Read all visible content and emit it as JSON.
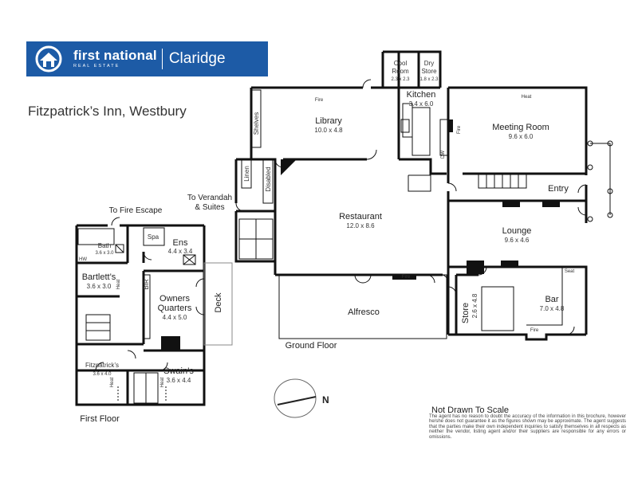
{
  "brand": {
    "name": "first national",
    "subtitle": "REAL ESTATE",
    "office": "Claridge",
    "color": "#1d5ba6",
    "logo_icon": "house-circle-logo-icon"
  },
  "title": "Fitzpatrick’s Inn, Westbury",
  "ground_floor": {
    "label": "Ground Floor",
    "rooms": {
      "library": {
        "name": "Library",
        "dims": "10.0 x 4.8"
      },
      "cool_room": {
        "name_line1": "Cool",
        "name_line2": "Room",
        "dims": "2.3 x 2.3"
      },
      "dry_store": {
        "name_line1": "Dry",
        "name_line2": "Store",
        "dims": "1.8 x 2.3"
      },
      "kitchen": {
        "name": "Kitchen",
        "dims": "3.4 x 6.0"
      },
      "meeting_room": {
        "name": "Meeting Room",
        "dims": "9.6 x 6.0"
      },
      "restaurant": {
        "name": "Restaurant",
        "dims": "12.0 x 8.6"
      },
      "lounge": {
        "name": "Lounge",
        "dims": "9.6 x 4.6"
      },
      "bar": {
        "name": "Bar",
        "dims": "7.0 x 4.8"
      },
      "store": {
        "name": "Store",
        "dims": "2.6 x 4.8"
      },
      "alfresco": {
        "name": "Alfresco"
      },
      "entry": {
        "name": "Entry"
      },
      "shelves": {
        "name": "Shelves"
      },
      "linen": {
        "name": "Linen"
      },
      "disabled": {
        "name": "Disabled"
      }
    },
    "markers": {
      "fire": "Fire",
      "heat": "Heat",
      "seat": "Seat",
      "dw": "DW"
    },
    "to_verandah_line1": "To Verandah",
    "to_verandah_line2": "& Suites"
  },
  "first_floor": {
    "label": "First Floor",
    "to_fire_escape": "To Fire Escape",
    "rooms": {
      "bath": {
        "name": "Bath",
        "dims": "3.6 x 3.0"
      },
      "spa": {
        "name": "Spa"
      },
      "ens": {
        "name": "Ens",
        "dims": "4.4 x 3.4"
      },
      "hw": {
        "name": "HW"
      },
      "bartletts": {
        "name": "Bartlett’s",
        "dims": "3.6 x 3.0"
      },
      "bir": {
        "name": "BIR"
      },
      "owners_quarters": {
        "name_line1": "Owners",
        "name_line2": "Quarters",
        "dims": "4.4 x 5.0"
      },
      "deck": {
        "name": "Deck"
      },
      "fitzpatricks": {
        "name": "Fitzpatrick’s",
        "dims": "3.6 x 4.0"
      },
      "swains": {
        "name": "Swain’s",
        "dims": "3.6 x 4.4"
      }
    },
    "heat": "Heat"
  },
  "compass": {
    "label": "N",
    "icon": "north-arrow-icon"
  },
  "footer": {
    "not_to_scale": "Not Drawn To Scale",
    "disclaimer": "The agent has no reason to doubt the accuracy of the information in this brochure, however he/she does not guarantee it as the figures shown may be approximate. The agent suggests that the parties make their own independent inquiries to satisfy themselves in all respects as neither the vendor, listing agent and/or their suppliers are responsible for any errors or omissions."
  }
}
